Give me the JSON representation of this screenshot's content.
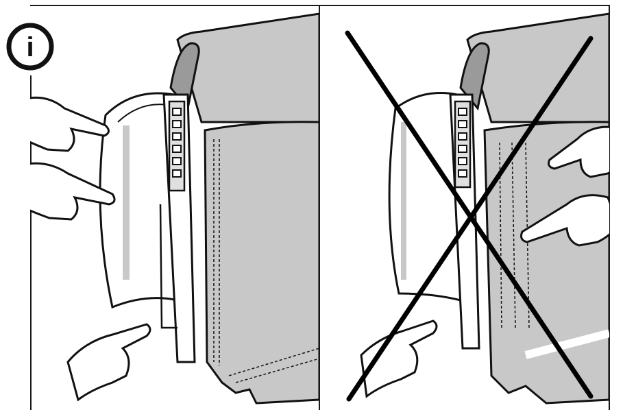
{
  "badge": {
    "glyph": "i",
    "icon": "info-icon"
  },
  "panels": [
    {
      "id": "correct",
      "label": ""
    },
    {
      "id": "incorrect",
      "label": "",
      "mark": "cross-out-icon"
    }
  ],
  "colors": {
    "fabric": "#c8c8c8",
    "fabric_dark": "#9a9a9a",
    "line": "#111111",
    "background": "#ffffff"
  }
}
